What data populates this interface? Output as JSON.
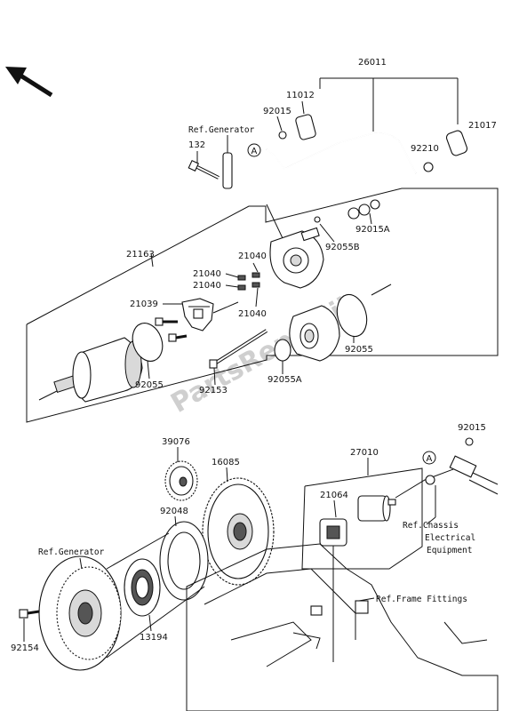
{
  "watermark": "PartsRepublik",
  "callouts": {
    "p26011": "26011",
    "p11012": "11012",
    "p92015_top": "92015",
    "p21017": "21017",
    "p92210": "92210",
    "p132": "132",
    "p92015A": "92015A",
    "p92055B": "92055B",
    "p21163": "21163",
    "p21040_a": "21040",
    "p21040_b": "21040",
    "p21040_c": "21040",
    "p21040_d": "21040",
    "p21039": "21039",
    "p92055_left": "92055",
    "p92153": "92153",
    "p92055A": "92055A",
    "p92055_right": "92055",
    "p39076": "39076",
    "p16085": "16085",
    "p27010": "27010",
    "p92015_right": "92015",
    "p21064": "21064",
    "p92048": "92048",
    "p13194": "13194",
    "p92154": "92154"
  },
  "references": {
    "ref_generator_top": "Ref.Generator",
    "ref_generator_bottom": "Ref.Generator",
    "ref_chassis_1": "Ref.Chassis",
    "ref_chassis_2": "Electrical",
    "ref_chassis_3": "Equipment",
    "ref_frame": "Ref.Frame Fittings"
  },
  "markers": {
    "circle_a_top": "A",
    "circle_a_right": "A"
  },
  "icons": {
    "direction": "front-direction-arrow-icon"
  }
}
